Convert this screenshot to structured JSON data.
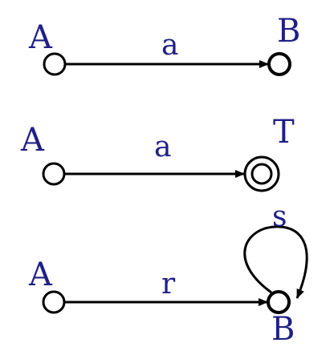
{
  "colors": {
    "stroke": "#000000",
    "label": "#1f1f86",
    "background": "#ffffff"
  },
  "diagram1": {
    "start_label": "A",
    "edge_label": "a",
    "end_label": "B"
  },
  "diagram2": {
    "start_label": "A",
    "edge_label": "a",
    "end_label": "T"
  },
  "diagram3": {
    "start_label": "A",
    "edge_label": "r",
    "end_label": "B",
    "loop_label": "s"
  }
}
